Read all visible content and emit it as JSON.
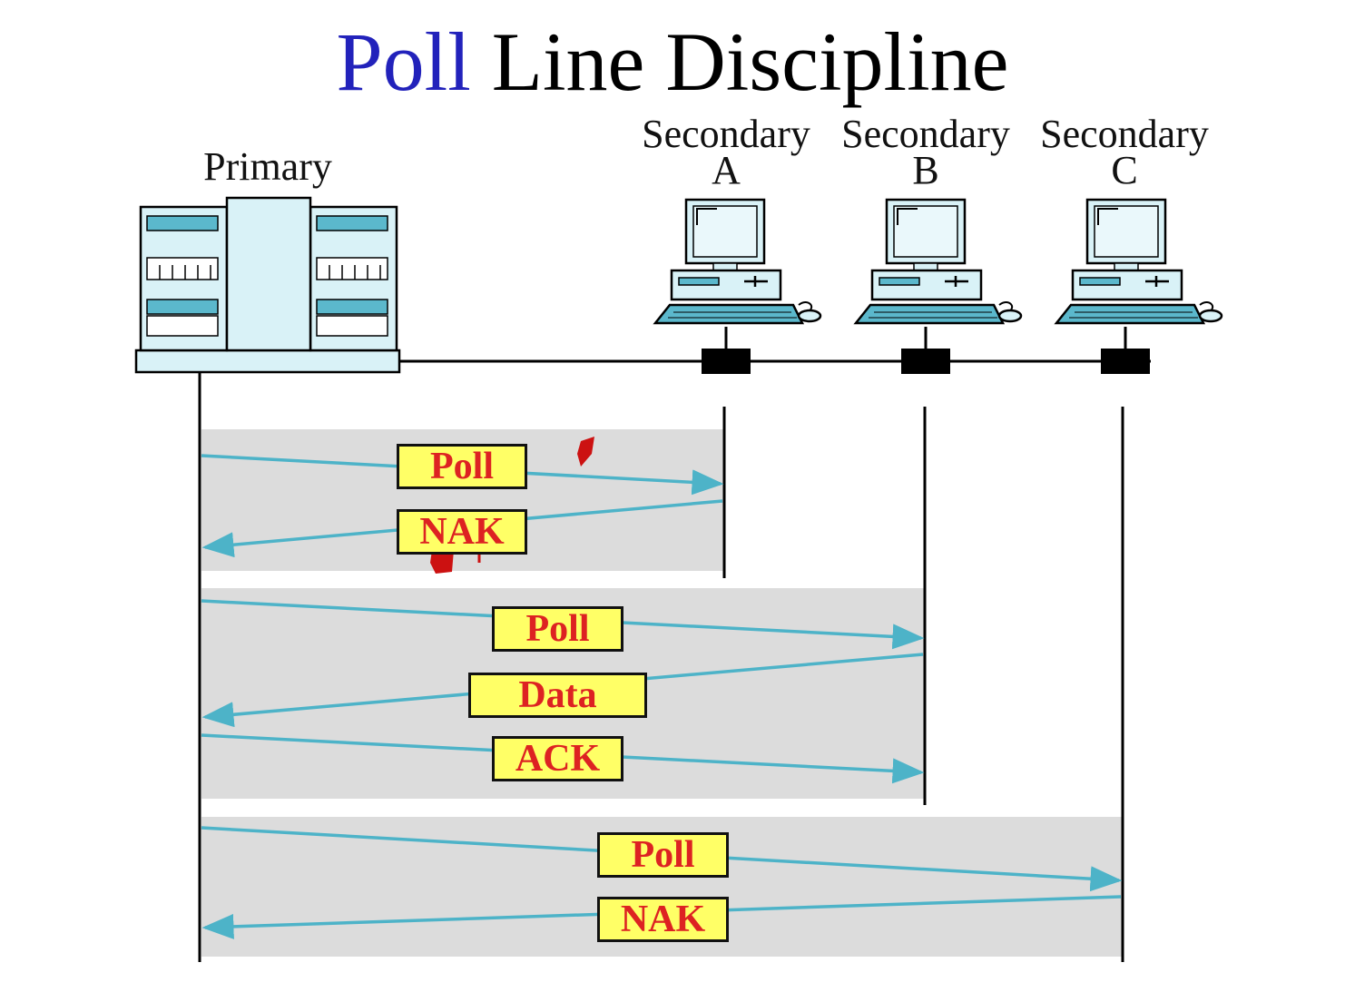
{
  "slide": {
    "title_highlight": "Poll",
    "title_rest": "Line Discipline"
  },
  "nodes": {
    "primary": {
      "label": "Primary"
    },
    "secondaries": [
      {
        "line1": "Secondary",
        "line2": "A"
      },
      {
        "line1": "Secondary",
        "line2": "B"
      },
      {
        "line1": "Secondary",
        "line2": "C"
      }
    ]
  },
  "messages": [
    {
      "label": "Poll"
    },
    {
      "label": "NAK"
    },
    {
      "label": "Poll"
    },
    {
      "label": "Data"
    },
    {
      "label": "ACK"
    },
    {
      "label": "Poll"
    },
    {
      "label": "NAK"
    }
  ],
  "colors": {
    "title_highlight": "#2222bb",
    "arrow": "#4db3c8",
    "band": "#dcdcdc",
    "message_fill": "#ffff66",
    "message_text": "#dd2222",
    "equipment": "#d9f2f7",
    "equipment_accent": "#5bb8cc",
    "annotation": "#cc1111"
  }
}
